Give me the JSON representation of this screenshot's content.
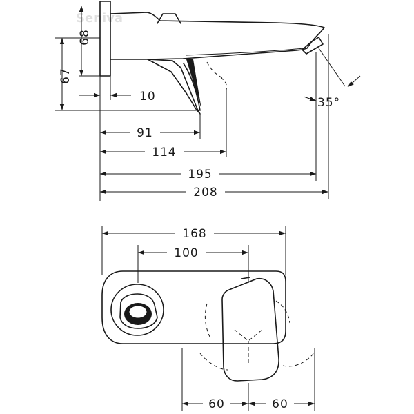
{
  "watermark": "Seniva",
  "side_view": {
    "dimensions": {
      "d68": "68",
      "d67": "67",
      "d10": "10",
      "d91": "91",
      "d114": "114",
      "d195": "195",
      "d208": "208",
      "angle": "35°"
    }
  },
  "front_view": {
    "dimensions": {
      "d168": "168",
      "d100": "100",
      "d60_left": "60",
      "d60_right": "60"
    }
  }
}
